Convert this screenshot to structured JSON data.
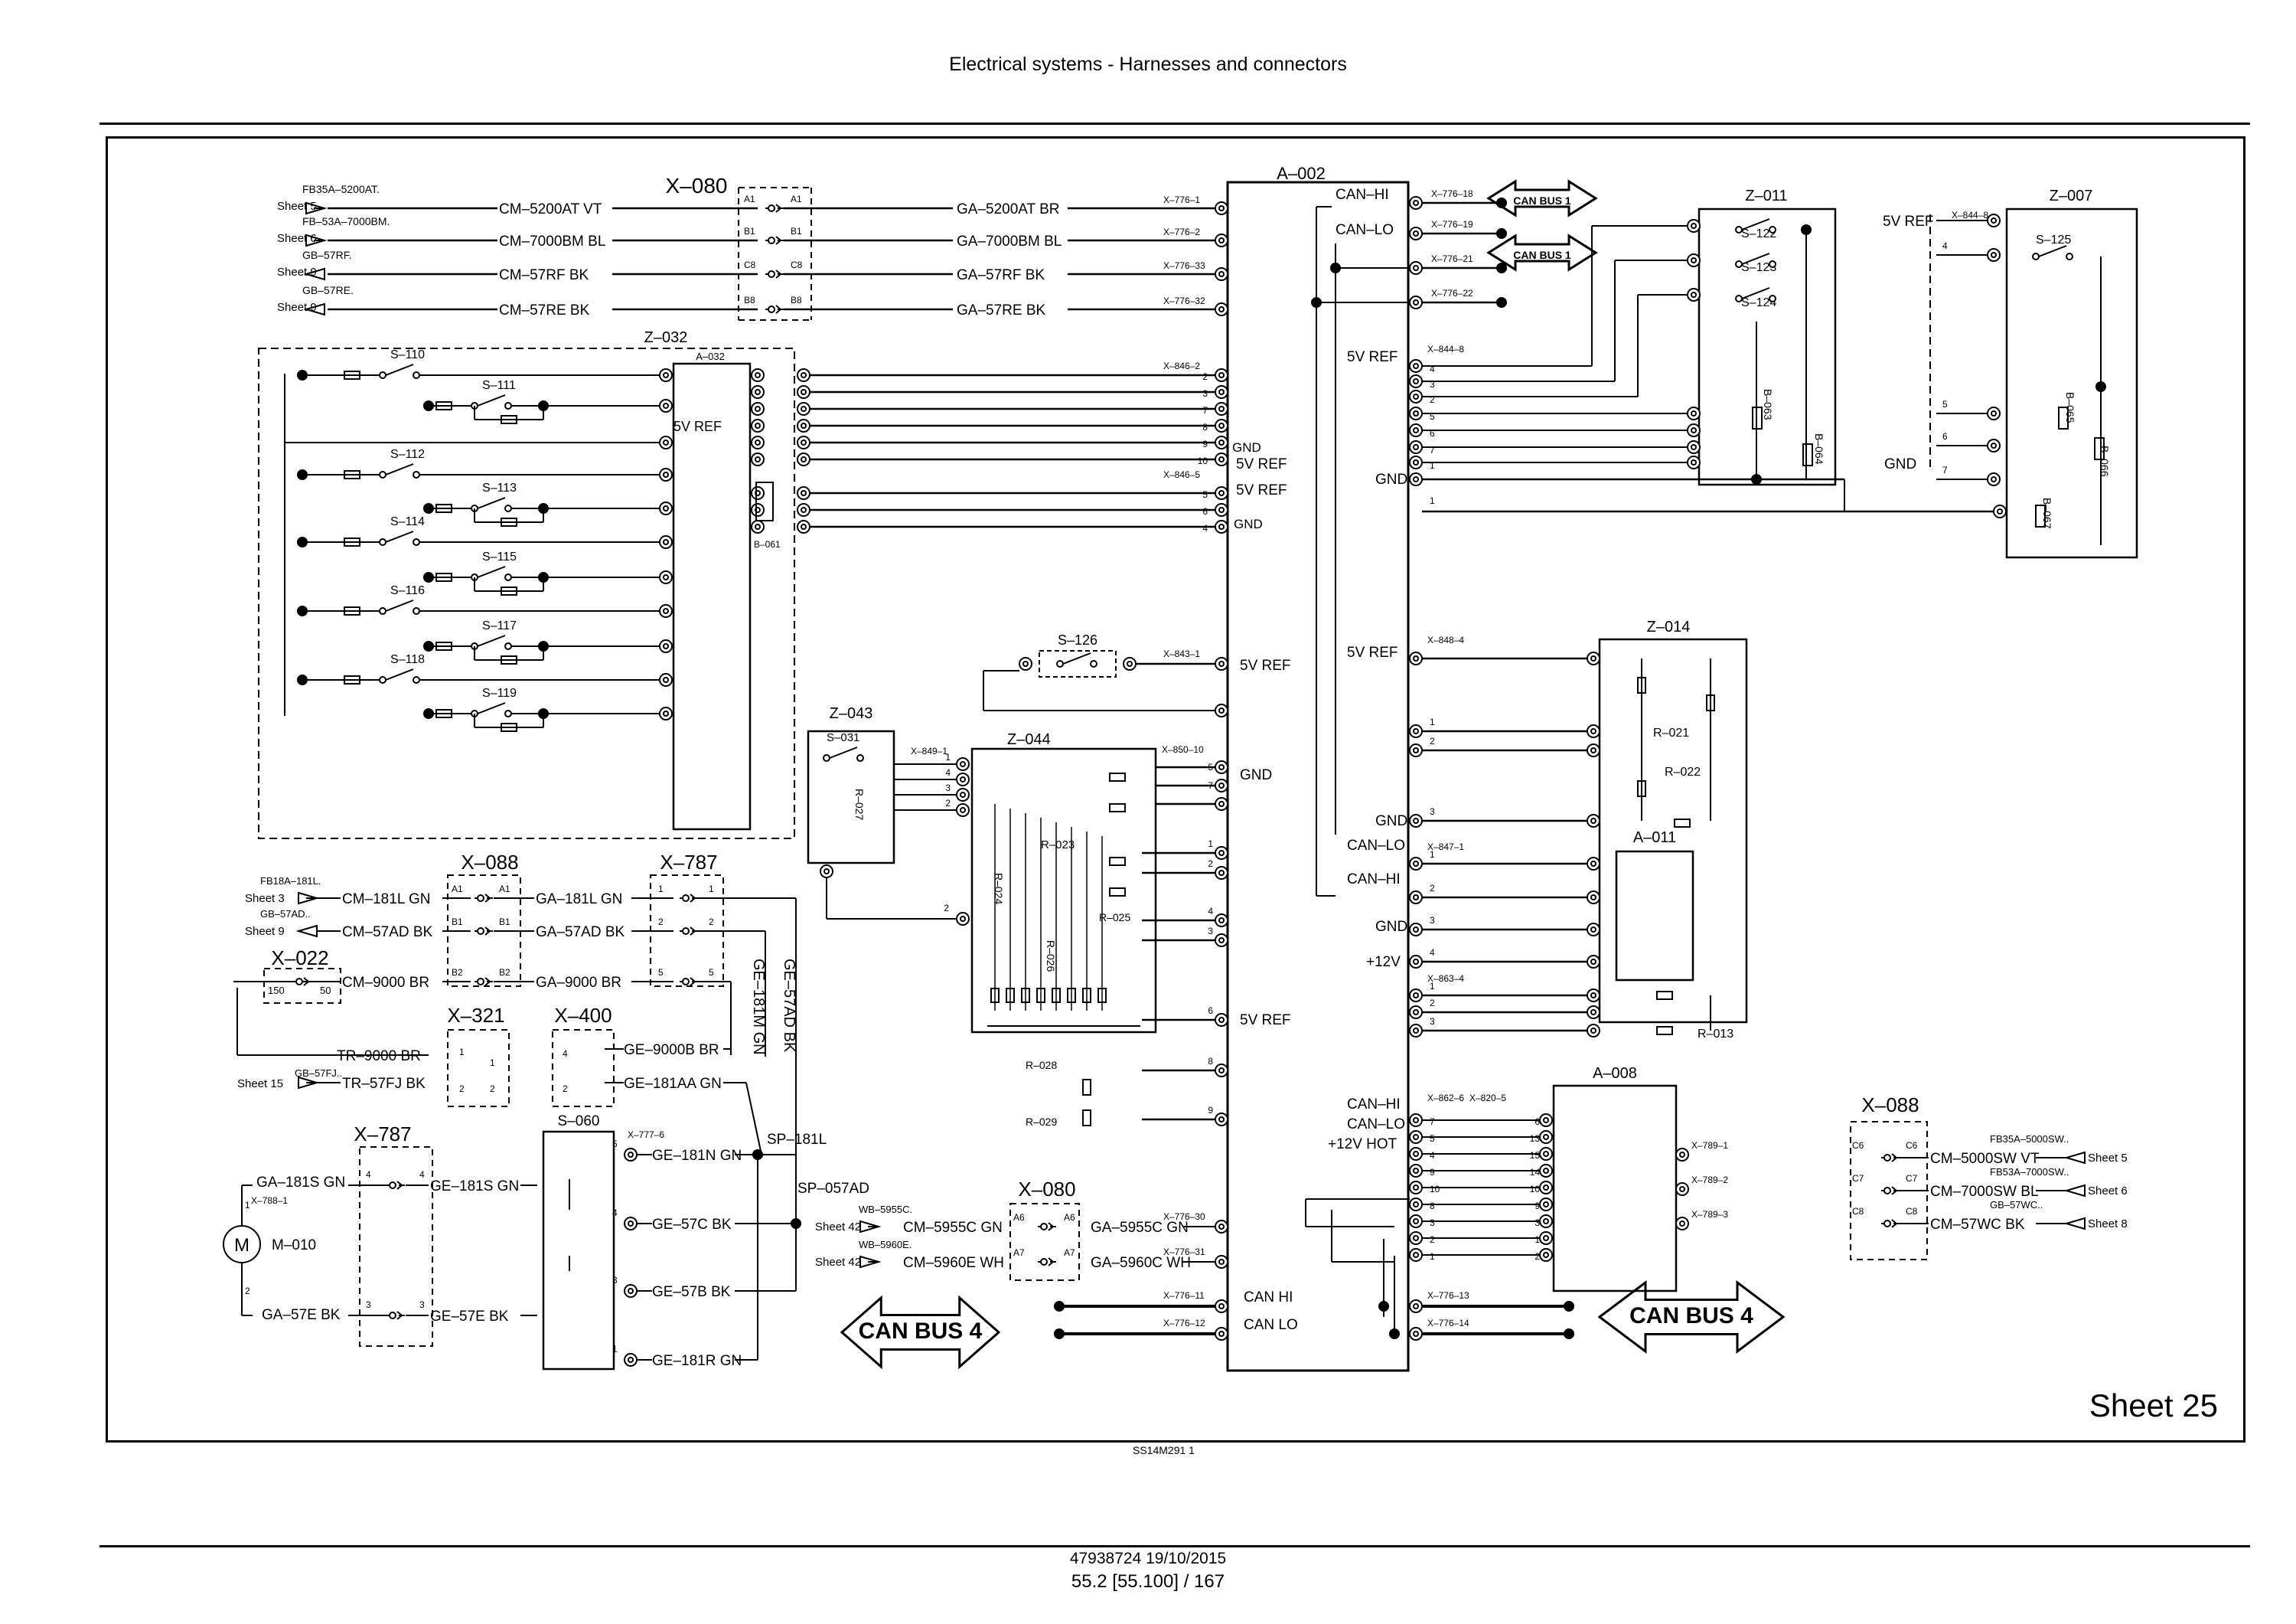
{
  "header": {
    "title": "Electrical systems - Harnesses and connectors"
  },
  "footer": {
    "doc_number": "47938724 19/10/2015",
    "page": "55.2 [55.100] / 167",
    "drawing_id": "SS14M291   1"
  },
  "sheet_label": "Sheet 25",
  "connectors": {
    "x080_top": "X–080",
    "x088_left": "X–088",
    "x787_top": "X–787",
    "x022": "X–022",
    "x321": "X–321",
    "x400": "X–400",
    "x787_bottom": "X–787",
    "x080_bottom": "X–080",
    "x088_right": "X–088"
  },
  "modules": {
    "a002": "A–002",
    "z011": "Z–011",
    "z007": "Z–007",
    "z032": "Z–032",
    "a032": "A–032",
    "z014": "Z–014",
    "a011": "A–011",
    "a008": "A–008",
    "z043": "Z–043",
    "z044": "Z–044",
    "s060": "S–060",
    "m010": "M–010"
  },
  "top_wires": [
    {
      "src": "FB35A–5200AT.",
      "sheet": "Sheet  5",
      "cm": "CM–5200AT  VT",
      "pin": "A1",
      "ga": "GA–5200AT  BR",
      "term": "X–776–1"
    },
    {
      "src": "FB–53A–7000BM.",
      "sheet": "Sheet  6",
      "cm": "CM–7000BM  BL",
      "pin": "B1",
      "ga": "GA–7000BM  BL",
      "term": "X–776–2"
    },
    {
      "src": "GB–57RF.",
      "sheet": "Sheet  9",
      "cm": "CM–57RF  BK",
      "pin": "C8",
      "ga": "GA–57RF  BK",
      "term": "X–776–33"
    },
    {
      "src": "GB–57RE.",
      "sheet": "Sheet  9",
      "cm": "CM–57RE  BK",
      "pin": "B8",
      "ga": "GA–57RE  BK",
      "term": "X–776–32"
    }
  ],
  "left_wires": [
    {
      "src": "FB18A–181L.",
      "sheet": "Sheet  3",
      "cm": "CM–181L  GN",
      "pin": "A1",
      "ga": "GA–181L  GN",
      "rpin": "1"
    },
    {
      "src": "GB–57AD..",
      "sheet": "Sheet  9",
      "cm": "CM–57AD  BK",
      "pin": "B1",
      "ga": "GA–57AD  BK",
      "rpin": "2"
    },
    {
      "src": "",
      "sheet": "",
      "cm": "CM–9000  BR",
      "pin": "B2",
      "ga": "GA–9000  BR",
      "rpin": "5"
    }
  ],
  "x022_pins": [
    "150",
    "50"
  ],
  "tr_wires": [
    {
      "label": "TR–9000  BR",
      "pin": "1"
    },
    {
      "src": "GB–57FJ..",
      "sheet": "Sheet  15",
      "label": "TR–57FJ  BK",
      "pin": "2"
    }
  ],
  "x400_wires": [
    "GE–9000B  BR",
    "GE–181AA  GN"
  ],
  "vert_wires": [
    "GE–181M  GN",
    "GE–57AD  BK"
  ],
  "splices": [
    "SP–181L",
    "SP–057AD"
  ],
  "s060_wires": [
    {
      "pin": "5",
      "label": "GE–181N  GN",
      "term": "X–777–6"
    },
    {
      "pin": "4",
      "label": "GE–57C  BK"
    },
    {
      "pin": "3",
      "label": "GE–57B  BK"
    },
    {
      "pin": "1",
      "label": "GE–181R  GN"
    }
  ],
  "motor": {
    "symbol": "M",
    "top_wire": "GA–181S  GN",
    "term": "X–788–1",
    "bottom_wire": "GA–57E  BK",
    "ge_top": "GE–181S  GN",
    "ge_bottom": "GE–57E  BK",
    "pin_top": "1",
    "pin_bottom": "2"
  },
  "x080_bottom_wires": [
    {
      "src": "WB–5955C.",
      "sheet": "Sheet  42",
      "cm": "CM–5955C  GN",
      "pin": "A6",
      "ga": "GA–5955C  GN",
      "term": "X–776–30"
    },
    {
      "src": "WB–5960E.",
      "sheet": "Sheet  42",
      "cm": "CM–5960E  WH",
      "pin": "A7",
      "ga": "GA–5960C  WH",
      "term": "X–776–31"
    }
  ],
  "can_bus": {
    "bus1": "CAN BUS 1",
    "bus4": "CAN BUS 4",
    "hi": "CAN  HI",
    "lo": "CAN  LO",
    "term_hi": "X–776–11",
    "term_lo": "X–776–12",
    "r_hi": "X–776–13",
    "r_lo": "X–776–14"
  },
  "a002_left_labels": [
    {
      "text": "GND",
      "pin": "10"
    },
    {
      "text": "5V  REF"
    },
    {
      "text": "5V  REF"
    },
    {
      "text": "GND"
    },
    {
      "text": "5V  REF"
    },
    {
      "text": "GND"
    },
    {
      "text": "5V  REF"
    }
  ],
  "a002_right_labels": {
    "can_hi": "CAN–HI",
    "can_lo": "CAN–LO",
    "ref1": "5V  REF",
    "gnd1": "GND",
    "ref2": "5V  REF",
    "gnd2": "GND",
    "can_lo2": "CAN–LO",
    "can_hi2": "CAN–HI",
    "gnd3": "GND",
    "v12": "+12V",
    "can_hi3": "CAN–HI",
    "can_lo3": "CAN–LO",
    "v12hot": "+12V  HOT"
  },
  "a002_right_terms": [
    "X–776–18",
    "X–776–19",
    "X–776–21",
    "X–776–22",
    "X–844–8",
    "X–848–4",
    "X–847–1",
    "X–863–4",
    "X–862–6",
    "X–820–5",
    "X–789–1",
    "X–789–2",
    "X–789–3"
  ],
  "a002_left_terms": [
    "X–846–2",
    "X–846–5",
    "X–843–1",
    "X–850–10",
    "X–849–1"
  ],
  "switches": [
    "S–110",
    "S–111",
    "S–112",
    "S–113",
    "S–114",
    "S–115",
    "S–116",
    "S–117",
    "S–118",
    "S–119",
    "S–122",
    "S–123",
    "S–124",
    "S–125",
    "S–126",
    "S–031"
  ],
  "resistors": [
    "R–021",
    "R–022",
    "R–013",
    "R–023",
    "R–024",
    "R–025",
    "R–026",
    "R–027",
    "R–028",
    "R–029"
  ],
  "sensors": [
    "B–061",
    "B–063",
    "B–064",
    "B–065",
    "B–066",
    "B–067"
  ],
  "z007_labels": {
    "ref": "5V  REF",
    "term": "X–844–8",
    "gnd": "GND"
  },
  "z032_ref": "5V  REF",
  "x088_right_wires": [
    {
      "src": "FB35A–5000SW..",
      "cm": "CM–5000SW  VT",
      "pin": "C6",
      "sheet": "Sheet  5"
    },
    {
      "src": "FB53A–7000SW..",
      "cm": "CM–7000SW  BL",
      "pin": "C7",
      "sheet": "Sheet  6"
    },
    {
      "src": "GB–57WC..",
      "cm": "CM–57WC  BK",
      "pin": "C8",
      "sheet": "Sheet  8"
    }
  ],
  "gnd_z044": "GND",
  "ref_z044": "5V  REF"
}
